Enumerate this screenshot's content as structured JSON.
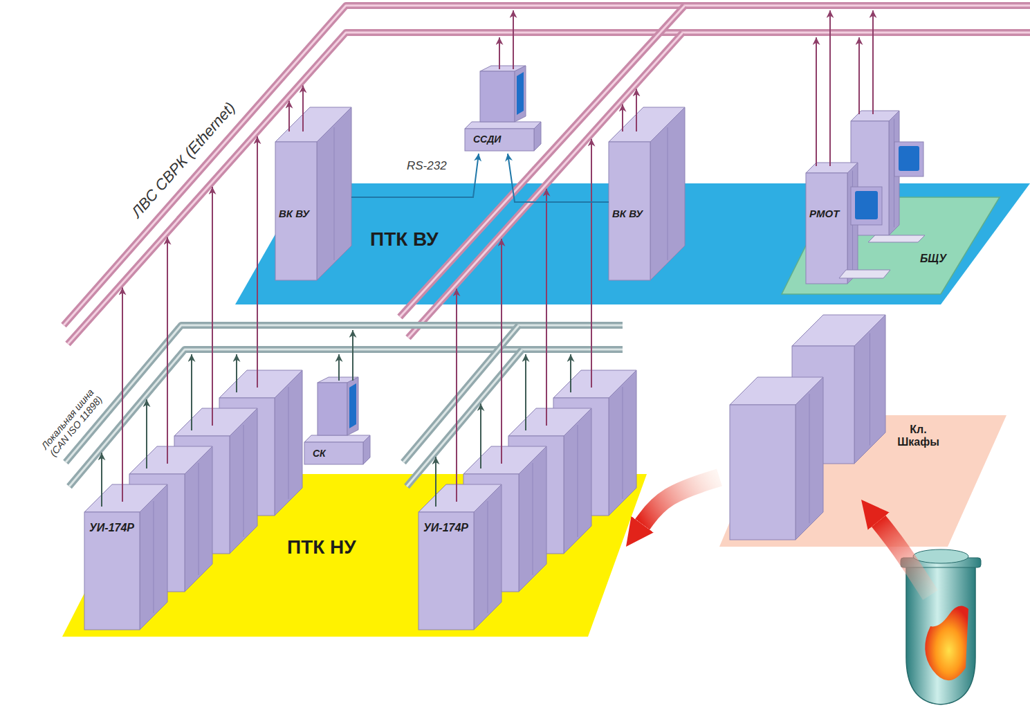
{
  "diagram": {
    "nodes": [
      {
        "text": [
          "ПТК НУ"
        ]
      },
      {
        "text": [
          "УИ-174Р"
        ],
        "in": 0
      },
      {
        "text": [
          "УИ-174Р"
        ],
        "in": 0
      },
      {
        "text": [
          "СК"
        ],
        "in": 0
      },
      {
        "text": [
          "ПТК ВУ"
        ]
      },
      {
        "text": [
          "ВК ВУ"
        ],
        "in": 4
      },
      {
        "text": [
          "ВК ВУ"
        ],
        "in": 4
      },
      {
        "text": [
          "ССДИ"
        ]
      },
      {
        "text": [
          "БЩУ"
        ],
        "in": 4
      },
      {
        "text": [
          "РМОТ"
        ],
        "in": 8
      },
      {
        "text": [
          "Кл. Шкафы"
        ]
      }
    ],
    "edges": [
      {
        "from": 5,
        "to": 7,
        "arrow": "to",
        "label": "RS-232"
      },
      {
        "from": 6,
        "to": 7,
        "arrow": "to"
      },
      {
        "from": 10,
        "to": 0,
        "arrow": "to"
      }
    ],
    "labels": [
      "ЛВС СВРК (Ethernet)",
      "Локальная шина (CAN ISO 11898)"
    ]
  }
}
